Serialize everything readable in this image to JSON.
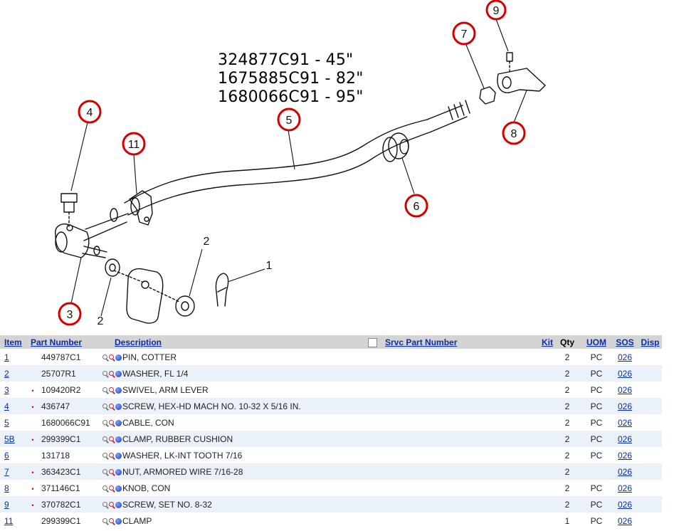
{
  "diagram": {
    "cable_lengths": [
      "324877C91 - 45\"",
      "1675885C91 - 82\"",
      "1680066C91 - 95\""
    ],
    "callouts": [
      "1",
      "2",
      "2",
      "3",
      "4",
      "5",
      "6",
      "7",
      "8",
      "9",
      "11"
    ]
  },
  "table": {
    "headers": {
      "item": "Item",
      "part_number": "Part Number",
      "description": "Description",
      "srvc_part_number": "Srvc Part Number",
      "kit": "Kit",
      "qty": "Qty",
      "uom": "UOM",
      "sos": "SOS",
      "disp": "Disp"
    },
    "rows": [
      {
        "item": "1",
        "dot": "",
        "part": "449787C1",
        "desc": "PIN, COTTER",
        "qty": "2",
        "uom": "PC",
        "sos": "026"
      },
      {
        "item": "2",
        "dot": "",
        "part": "25707R1",
        "desc": "WASHER, FL 1/4",
        "qty": "2",
        "uom": "PC",
        "sos": "026"
      },
      {
        "item": "3",
        "dot": "•",
        "part": "109420R2",
        "desc": "SWIVEL, ARM LEVER",
        "qty": "2",
        "uom": "PC",
        "sos": "026"
      },
      {
        "item": "4",
        "dot": "•",
        "part": "436747",
        "desc": "SCREW, HEX-HD MACH NO. 10-32 X 5/16 IN.",
        "qty": "2",
        "uom": "PC",
        "sos": "026"
      },
      {
        "item": "5",
        "dot": "",
        "part": "1680066C91",
        "desc": "CABLE, CON",
        "qty": "2",
        "uom": "PC",
        "sos": "026"
      },
      {
        "item": "5B",
        "dot": "•",
        "part": "299399C1",
        "desc": "CLAMP, RUBBER CUSHION",
        "qty": "2",
        "uom": "PC",
        "sos": "026"
      },
      {
        "item": "6",
        "dot": "",
        "part": "131718",
        "desc": "WASHER, LK-INT TOOTH 7/16",
        "qty": "2",
        "uom": "PC",
        "sos": "026"
      },
      {
        "item": "7",
        "dot": "•",
        "part": "363423C1",
        "desc": "NUT, ARMORED WIRE 7/16-28",
        "qty": "2",
        "uom": "",
        "sos": "026"
      },
      {
        "item": "8",
        "dot": "•",
        "part": "371146C1",
        "desc": "KNOB, CON",
        "qty": "2",
        "uom": "PC",
        "sos": "026"
      },
      {
        "item": "9",
        "dot": "•",
        "part": "370782C1",
        "desc": "SCREW, SET NO. 8-32",
        "qty": "2",
        "uom": "PC",
        "sos": "026"
      },
      {
        "item": "11",
        "dot": "",
        "part": "299399C1",
        "desc": "CLAMP",
        "qty": "1",
        "uom": "PC",
        "sos": "026"
      }
    ]
  }
}
